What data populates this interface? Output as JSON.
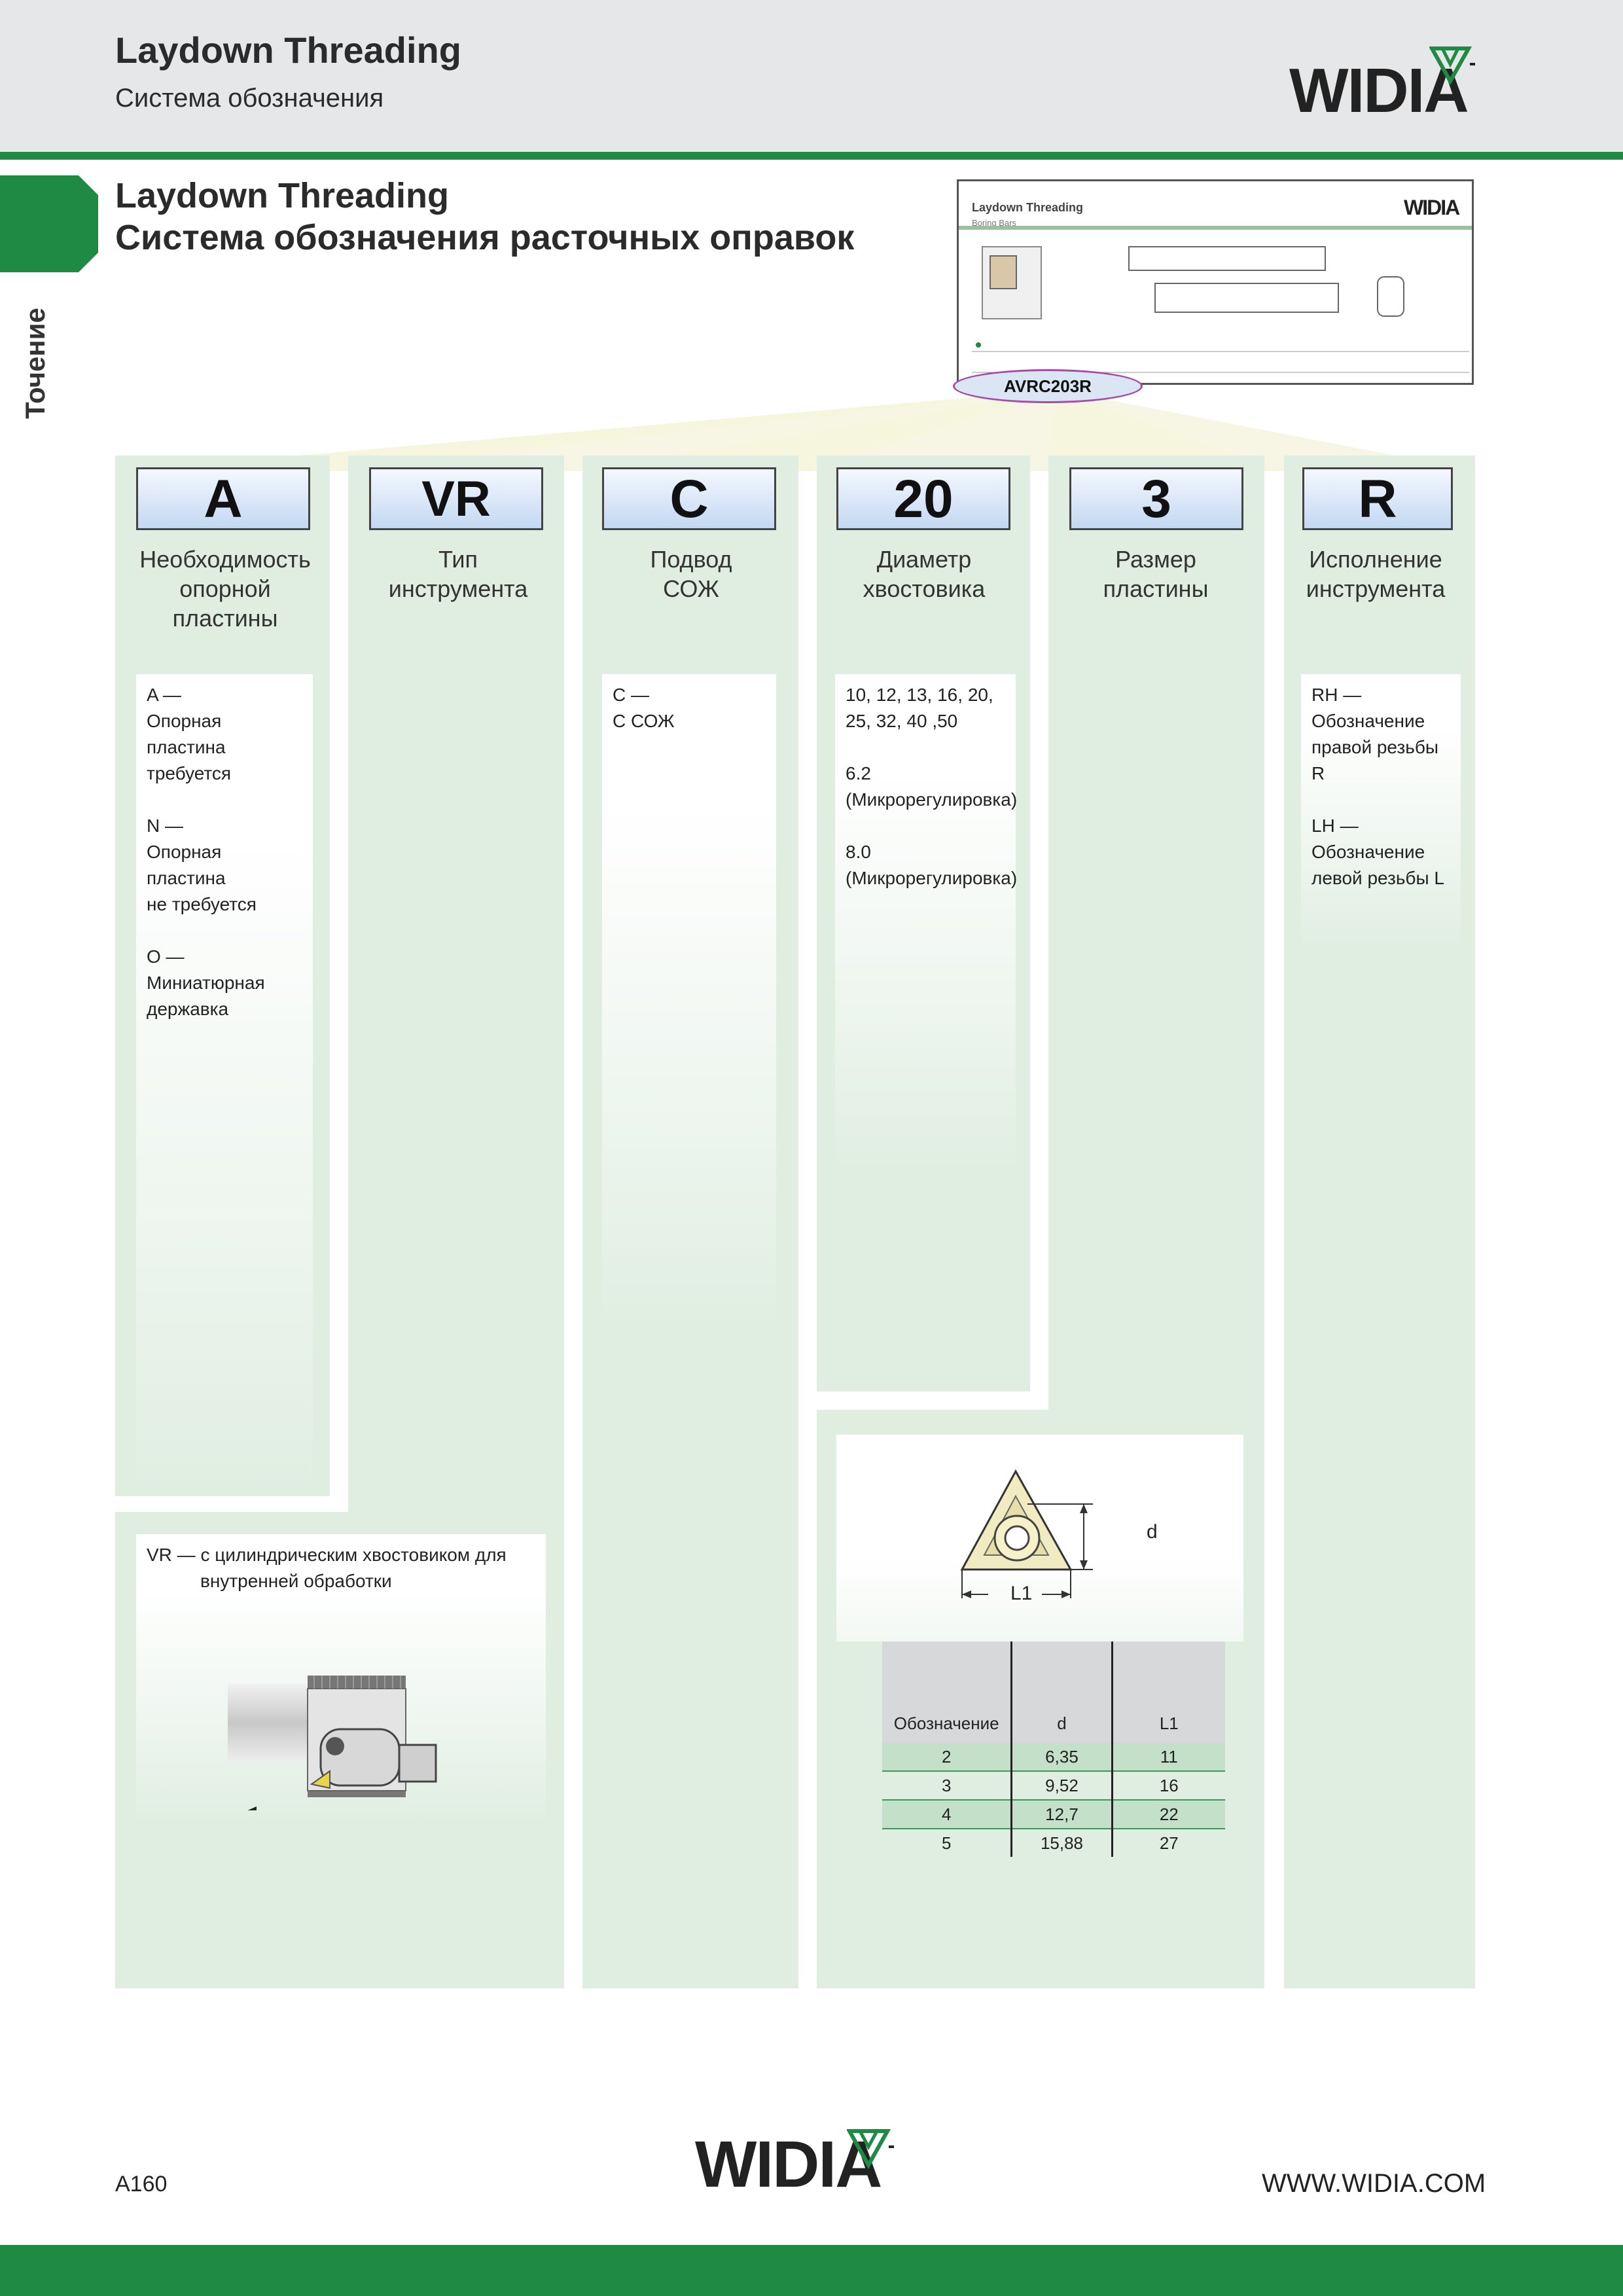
{
  "header": {
    "title": "Laydown Threading",
    "subtitle": "Система обозначения",
    "logo": "WIDIA"
  },
  "side_tab": {
    "label": "Точение"
  },
  "main": {
    "title_line1": "Laydown Threading",
    "title_line2": "Система обозначения расточных оправок"
  },
  "thumbnail": {
    "title": "Laydown Threading",
    "subtitle": "Boring Bars",
    "logo": "WIDIA",
    "code": "AVRC203R"
  },
  "columns": [
    {
      "code": "A",
      "label": "Необходимость\nопорной\nпластины"
    },
    {
      "code": "VR",
      "label": "Тип\nинструмента"
    },
    {
      "code": "C",
      "label": "Подвод\nСОЖ"
    },
    {
      "code": "20",
      "label": "Диаметр\nхвостовика"
    },
    {
      "code": "3",
      "label": "Размер\nпластины"
    },
    {
      "code": "R",
      "label": "Исполнение\nинструмента"
    }
  ],
  "notes": {
    "a": [
      "A —\nОпорная пластина\nтребуется",
      "N —\nОпорная пластина\nне требуется",
      "O —\nМиниатюрная\nдержавка"
    ],
    "c": [
      "C —\nС СОЖ"
    ],
    "d": [
      "10, 12, 13, 16, 20,\n25, 32, 40 ,50",
      "6.2\n(Микрорегулировка)",
      "8.0\n(Микрорегулировка)"
    ],
    "r": [
      "RH —\nОбозначение\nправой резьбы R",
      "LH —\nОбозначение\nлевой резьбы L"
    ],
    "vr_line1": "VR — с цилиндрическим хвостовиком для",
    "vr_line2": "внутренней обработки"
  },
  "insert_diagram": {
    "d_label": "d",
    "l_label": "L1"
  },
  "table": {
    "headers": [
      "Обозначение",
      "d",
      "L1"
    ],
    "rows": [
      [
        "2",
        "6,35",
        "11"
      ],
      [
        "3",
        "9,52",
        "16"
      ],
      [
        "4",
        "12,7",
        "22"
      ],
      [
        "5",
        "15,88",
        "27"
      ]
    ]
  },
  "footer": {
    "page": "A160",
    "logo": "WIDIA",
    "url": "WWW.WIDIA.COM"
  },
  "colors": {
    "brand_green": "#1f8a44",
    "column_green": "#e0eee2",
    "header_gray": "#e6e7e8"
  }
}
